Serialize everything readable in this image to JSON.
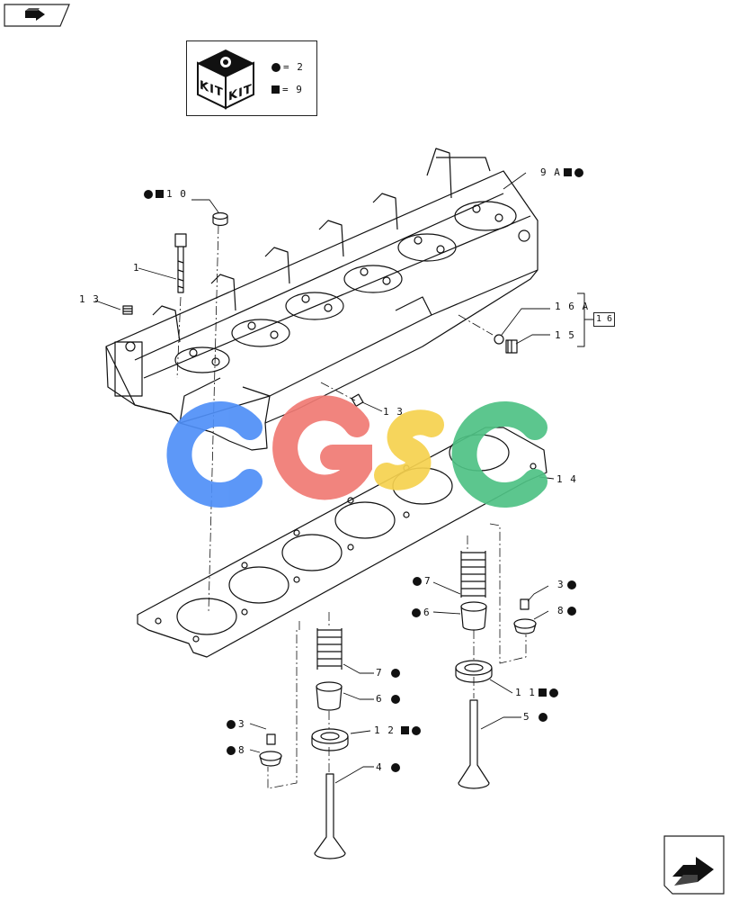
{
  "kit_legend": {
    "kit_text_1": "KIT",
    "kit_text_2": "KIT",
    "dot_qty": "= 2",
    "square_qty": "= 9"
  },
  "parts": {
    "p1": "1",
    "p3a": "3",
    "p3b": "3",
    "p4": "4",
    "p5": "5",
    "p6a": "6",
    "p6b": "6",
    "p7a": "7",
    "p7b": "7",
    "p8a": "8",
    "p8b": "8",
    "p9a": "9 A",
    "p10": "1 0",
    "p11": "1 1",
    "p12": "1 2",
    "p13a": "1 3",
    "p13b": "1 3",
    "p14": "1 4",
    "p15": "1 5",
    "p16a": "1 6 A",
    "p16": "1 6"
  },
  "watermark": {
    "letters": [
      "C",
      "G",
      "S",
      "C"
    ],
    "colors": [
      "#4f8ff7",
      "#f07a74",
      "#f6d24f",
      "#4fc285"
    ]
  },
  "colors": {
    "line": "#111111",
    "background": "#ffffff"
  },
  "icons": {
    "nav_top": "previous-page-icon",
    "nav_bottom": "next-page-icon"
  }
}
